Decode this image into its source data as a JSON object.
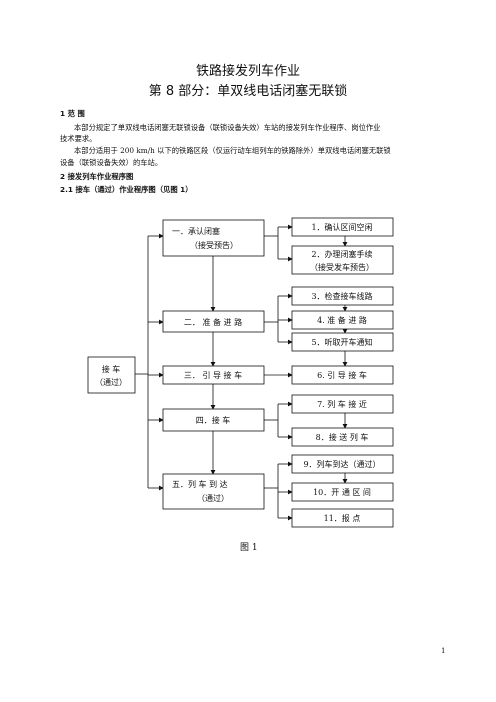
{
  "doc": {
    "title": "铁路接发列车作业",
    "subtitle": "第 8 部分：单双线电话闭塞无联锁",
    "s1_heading": "1  范   围",
    "s1_p1_line1": "本部分规定了单双线电话闭塞无联锁设备（联锁设备失效）车站的接发列车作业程序、岗位作业",
    "s1_p1_line2": "技术要求。",
    "s1_p2_line1": "本部分适用于 200 km/h 以下的铁路区段（仅运行动车组列车的铁路除外）单双线电话闭塞无联锁",
    "s1_p2_line2": "设备（联锁设备失效）的车站。",
    "s2_heading": "2    接发列车作业程序图",
    "s21_heading": "2.1    接车（通过）作业程序图（见图 1）",
    "figure_caption": "图 1",
    "page_number": "1"
  },
  "diagram": {
    "root_line1": "接  车",
    "root_line2": "（通过）",
    "stages": [
      {
        "line1": "一．承认闭塞",
        "line2": "（接受预告）"
      },
      {
        "line1": "二． 准   备   进   路",
        "line2": ""
      },
      {
        "line1": "三． 引   导   接   车",
        "line2": ""
      },
      {
        "line1": "四．接              车",
        "line2": ""
      },
      {
        "line1": "五．列   车   到   达",
        "line2": "（通过）"
      }
    ],
    "steps": [
      {
        "line1": "1．确认区间空闲",
        "line2": ""
      },
      {
        "line1": "2．办理闭塞手续",
        "line2": "（接受发车预告）"
      },
      {
        "line1": "3．检查接车线路",
        "line2": ""
      },
      {
        "line1": "4. 准   备   进   路",
        "line2": ""
      },
      {
        "line1": "5．听取开车通知",
        "line2": ""
      },
      {
        "line1": "6. 引   导   接   车",
        "line2": ""
      },
      {
        "line1": "7. 列   车   接   近",
        "line2": ""
      },
      {
        "line1": "8．接   送   列   车",
        "line2": ""
      },
      {
        "line1": "9．列车到达（通过）",
        "line2": ""
      },
      {
        "line1": "10．开   通   区   间",
        "line2": ""
      },
      {
        "line1": "11．报           点",
        "line2": ""
      }
    ]
  }
}
